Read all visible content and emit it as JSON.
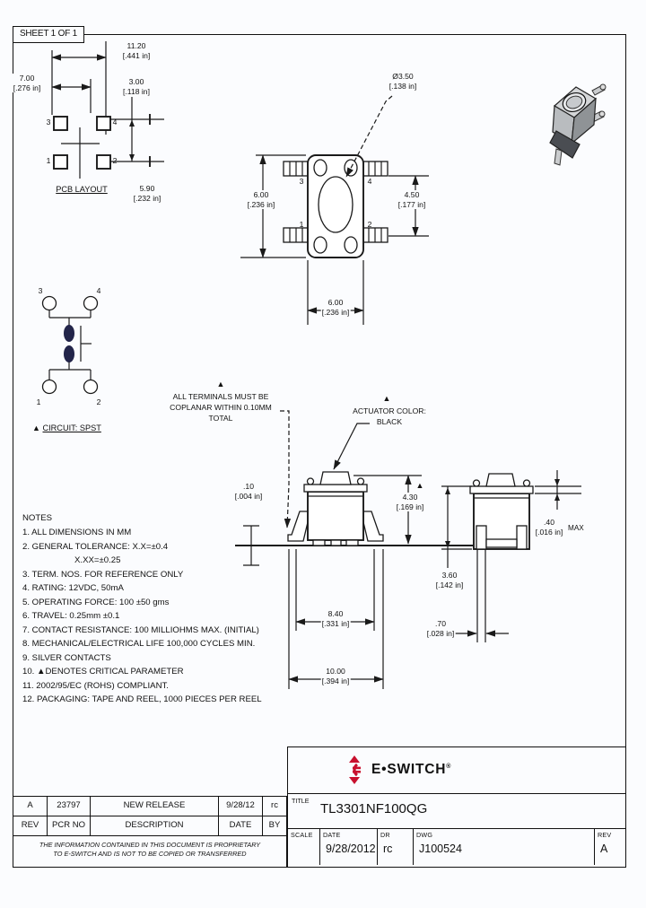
{
  "sheet_label": "SHEET 1 OF 1",
  "pcb": {
    "label": "PCB LAYOUT",
    "dim_width": {
      "mm": "11.20",
      "in": "[.441 in]"
    },
    "dim_x": {
      "mm": "7.00",
      "in": "[.276 in]"
    },
    "dim_y": {
      "mm": "3.00",
      "in": "[.118 in]"
    },
    "dim_pitch": {
      "mm": "5.90",
      "in": "[.232 in]"
    },
    "pins": {
      "p1": "1",
      "p2": "2",
      "p3": "3",
      "p4": "4"
    }
  },
  "top_view": {
    "dim_dia": {
      "mm": "Ø3.50",
      "in": "[.138 in]"
    },
    "dim_height": {
      "mm": "6.00",
      "in": "[.236 in]"
    },
    "dim_pitch": {
      "mm": "4.50",
      "in": "[.177 in]"
    },
    "dim_width": {
      "mm": "6.00",
      "in": "[.236 in]"
    },
    "pins": {
      "p1": "1",
      "p2": "2",
      "p3": "3",
      "p4": "4"
    }
  },
  "circuit": {
    "marker": "▲",
    "label": "CIRCUIT: SPST",
    "pins": {
      "p1": "1",
      "p2": "2",
      "p3": "3",
      "p4": "4"
    }
  },
  "callouts": {
    "coplanar": {
      "marker": "▲",
      "line1": "ALL TERMINALS MUST BE",
      "line2": "COPLANAR WITHIN 0.10MM",
      "line3": "TOTAL"
    },
    "actuator": {
      "marker": "▲",
      "line1": "ACTUATOR COLOR:",
      "line2": "BLACK"
    }
  },
  "front_view": {
    "dim_coplanarity": {
      "mm": ".10",
      "in": "[.004 in]"
    },
    "dim_height": {
      "mm": "4.30",
      "in": "[.169 in]",
      "marker": "▲"
    },
    "dim_feet": {
      "mm": "8.40",
      "in": "[.331 in]"
    },
    "dim_overall": {
      "mm": "10.00",
      "in": "[.394 in]"
    }
  },
  "side_view": {
    "dim_body": {
      "mm": "3.60",
      "in": "[.142 in]"
    },
    "dim_lead": {
      "mm": ".70",
      "in": "[.028 in]"
    },
    "dim_bezel": {
      "mm": ".40",
      "in": "[.016 in]",
      "suffix": "MAX"
    }
  },
  "notes": {
    "title": "NOTES",
    "items": [
      "1. ALL DIMENSIONS IN MM",
      "2. GENERAL TOLERANCE: X.X=±0.4",
      "X.XX=±0.25",
      "3. TERM. NOS. FOR REFERENCE ONLY",
      "4. RATING: 12VDC, 50mA",
      "5. OPERATING FORCE: 100 ±50 gms",
      "6. TRAVEL: 0.25mm ±0.1",
      "7. CONTACT RESISTANCE: 100 MILLIOHMS MAX. (INITIAL)",
      "8. MECHANICAL/ELECTRICAL LIFE 100,000 CYCLES MIN.",
      "9. SILVER CONTACTS",
      "10. ▲DENOTES CRITICAL PARAMETER",
      "11. 2002/95/EC (ROHS) COMPLIANT.",
      "12. PACKAGING: TAPE AND REEL, 1000 PIECES PER REEL"
    ]
  },
  "revision_table": {
    "header": {
      "rev": "REV",
      "pcr": "PCR NO",
      "desc": "DESCRIPTION",
      "date": "DATE",
      "by": "BY"
    },
    "rows": [
      {
        "rev": "A",
        "pcr": "23797",
        "desc": "NEW RELEASE",
        "date": "9/28/12",
        "by": "rc"
      }
    ],
    "proprietary_line1": "THE INFORMATION CONTAINED IN THIS DOCUMENT IS PROPRIETARY",
    "proprietary_line2": "TO E-SWITCH AND IS NOT TO BE COPIED OR TRANSFERRED"
  },
  "title_block": {
    "brand": "E•SWITCH",
    "brand_reg": "®",
    "title_label": "TITLE",
    "title": "TL3301NF100QG",
    "scale_label": "SCALE",
    "date_label": "DATE",
    "date": "9/28/2012",
    "dr_label": "DR",
    "dr": "rc",
    "dwg_label": "DWG",
    "dwg": "J100524",
    "rev_label": "REV",
    "rev": "A"
  }
}
